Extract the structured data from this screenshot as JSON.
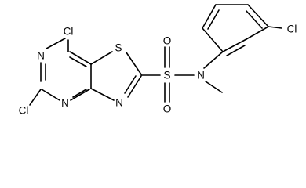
{
  "structure": {
    "atoms": {
      "cl_top": "Cl",
      "cl_bottom": "Cl",
      "cl_right": "Cl",
      "n_pyr_left": "N",
      "n_pyr_bottom": "N",
      "s_thiazole": "S",
      "n_thiazole": "N",
      "s_sulfonyl": "S",
      "o_top": "O",
      "o_bottom": "O",
      "n_amide": "N"
    }
  }
}
